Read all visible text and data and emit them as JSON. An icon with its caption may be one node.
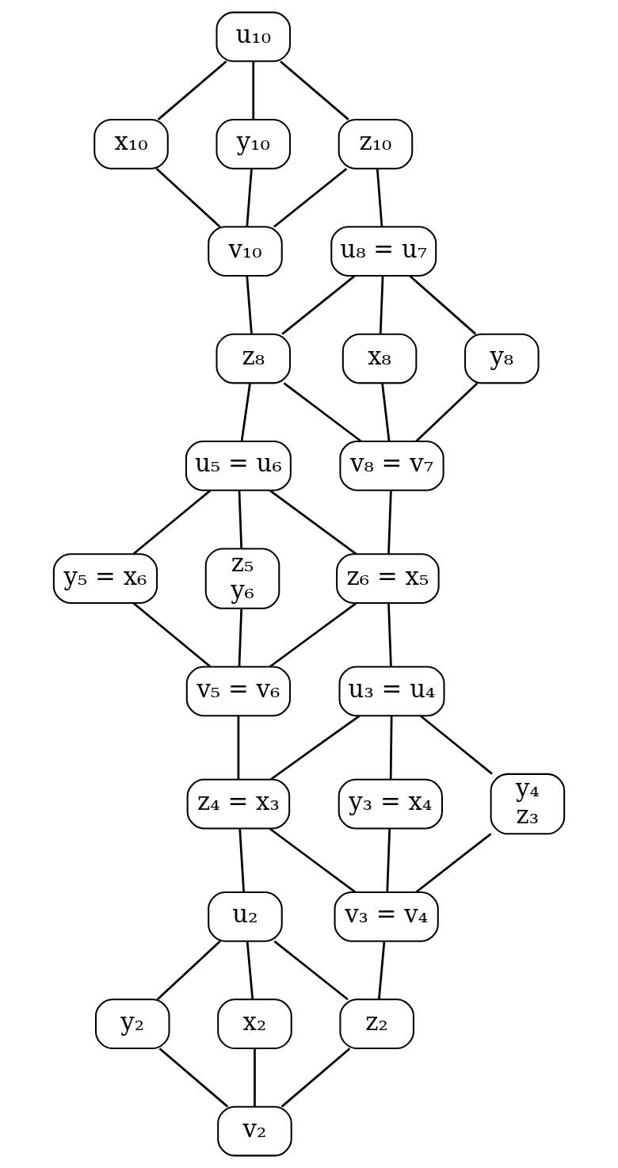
{
  "diagram": {
    "nodes": [
      {
        "text": [
          "u₁₀"
        ]
      },
      {
        "text": [
          "x₁₀"
        ]
      },
      {
        "text": [
          "y₁₀"
        ]
      },
      {
        "text": [
          "z₁₀"
        ]
      },
      {
        "text": [
          "v₁₀"
        ]
      },
      {
        "text": [
          "u₈ = u₇"
        ]
      },
      {
        "text": [
          "z₈"
        ]
      },
      {
        "text": [
          "y₈"
        ]
      },
      {
        "text": [
          "x₈"
        ]
      },
      {
        "text": [
          "v₈ = v₇"
        ]
      },
      {
        "text": [
          "u₅ = u₆"
        ]
      },
      {
        "text": [
          "y₅ = x₆"
        ]
      },
      {
        "text": [
          "z₅",
          "y₆"
        ]
      },
      {
        "text": [
          "z₆ = x₅"
        ]
      },
      {
        "text": [
          "v₅ = v₆"
        ]
      },
      {
        "text": [
          "u₃ = u₄"
        ]
      },
      {
        "text": [
          "z₄ = x₃"
        ]
      },
      {
        "text": [
          "y₄",
          "z₃"
        ]
      },
      {
        "text": [
          "y₃ = x₄"
        ]
      },
      {
        "text": [
          "u₂"
        ]
      },
      {
        "text": [
          "v₃ = v₄"
        ]
      },
      {
        "text": [
          "x₂"
        ]
      },
      {
        "text": [
          "y₂"
        ]
      },
      {
        "text": [
          "z₂"
        ]
      },
      {
        "text": [
          "v₂"
        ]
      }
    ],
    "edges": [
      {
        "from": 0,
        "to": 1,
        "arrow": "none"
      },
      {
        "from": 0,
        "to": 2,
        "arrow": "none"
      },
      {
        "from": 0,
        "to": 3,
        "arrow": "none"
      },
      {
        "from": 1,
        "to": 4,
        "arrow": "none"
      },
      {
        "from": 2,
        "to": 4,
        "arrow": "none"
      },
      {
        "from": 3,
        "to": 4,
        "arrow": "none"
      },
      {
        "from": 3,
        "to": 5,
        "arrow": "none"
      },
      {
        "from": 4,
        "to": 6,
        "arrow": "none"
      },
      {
        "from": 5,
        "to": 6,
        "arrow": "none"
      },
      {
        "from": 5,
        "to": 7,
        "arrow": "none"
      },
      {
        "from": 5,
        "to": 8,
        "arrow": "none"
      },
      {
        "from": 6,
        "to": 9,
        "arrow": "none"
      },
      {
        "from": 7,
        "to": 9,
        "arrow": "none"
      },
      {
        "from": 8,
        "to": 9,
        "arrow": "none"
      },
      {
        "from": 6,
        "to": 10,
        "arrow": "none"
      },
      {
        "from": 10,
        "to": 11,
        "arrow": "none"
      },
      {
        "from": 10,
        "to": 12,
        "arrow": "none"
      },
      {
        "from": 10,
        "to": 13,
        "arrow": "none"
      },
      {
        "from": 9,
        "to": 13,
        "arrow": "none"
      },
      {
        "from": 11,
        "to": 14,
        "arrow": "none"
      },
      {
        "from": 12,
        "to": 14,
        "arrow": "none"
      },
      {
        "from": 13,
        "to": 14,
        "arrow": "none"
      },
      {
        "from": 13,
        "to": 15,
        "arrow": "none"
      },
      {
        "from": 14,
        "to": 16,
        "arrow": "none"
      },
      {
        "from": 15,
        "to": 16,
        "arrow": "none"
      },
      {
        "from": 15,
        "to": 17,
        "arrow": "none"
      },
      {
        "from": 15,
        "to": 18,
        "arrow": "none"
      },
      {
        "from": 16,
        "to": 19,
        "arrow": "none"
      },
      {
        "from": 16,
        "to": 20,
        "arrow": "none"
      },
      {
        "from": 17,
        "to": 20,
        "arrow": "none"
      },
      {
        "from": 18,
        "to": 20,
        "arrow": "none"
      },
      {
        "from": 19,
        "to": 21,
        "arrow": "none"
      },
      {
        "from": 19,
        "to": 22,
        "arrow": "none"
      },
      {
        "from": 19,
        "to": 23,
        "arrow": "none"
      },
      {
        "from": 20,
        "to": 23,
        "arrow": "none"
      },
      {
        "from": 21,
        "to": 24,
        "arrow": "none"
      },
      {
        "from": 22,
        "to": 24,
        "arrow": "none"
      },
      {
        "from": 23,
        "to": 24,
        "arrow": "none"
      }
    ]
  }
}
